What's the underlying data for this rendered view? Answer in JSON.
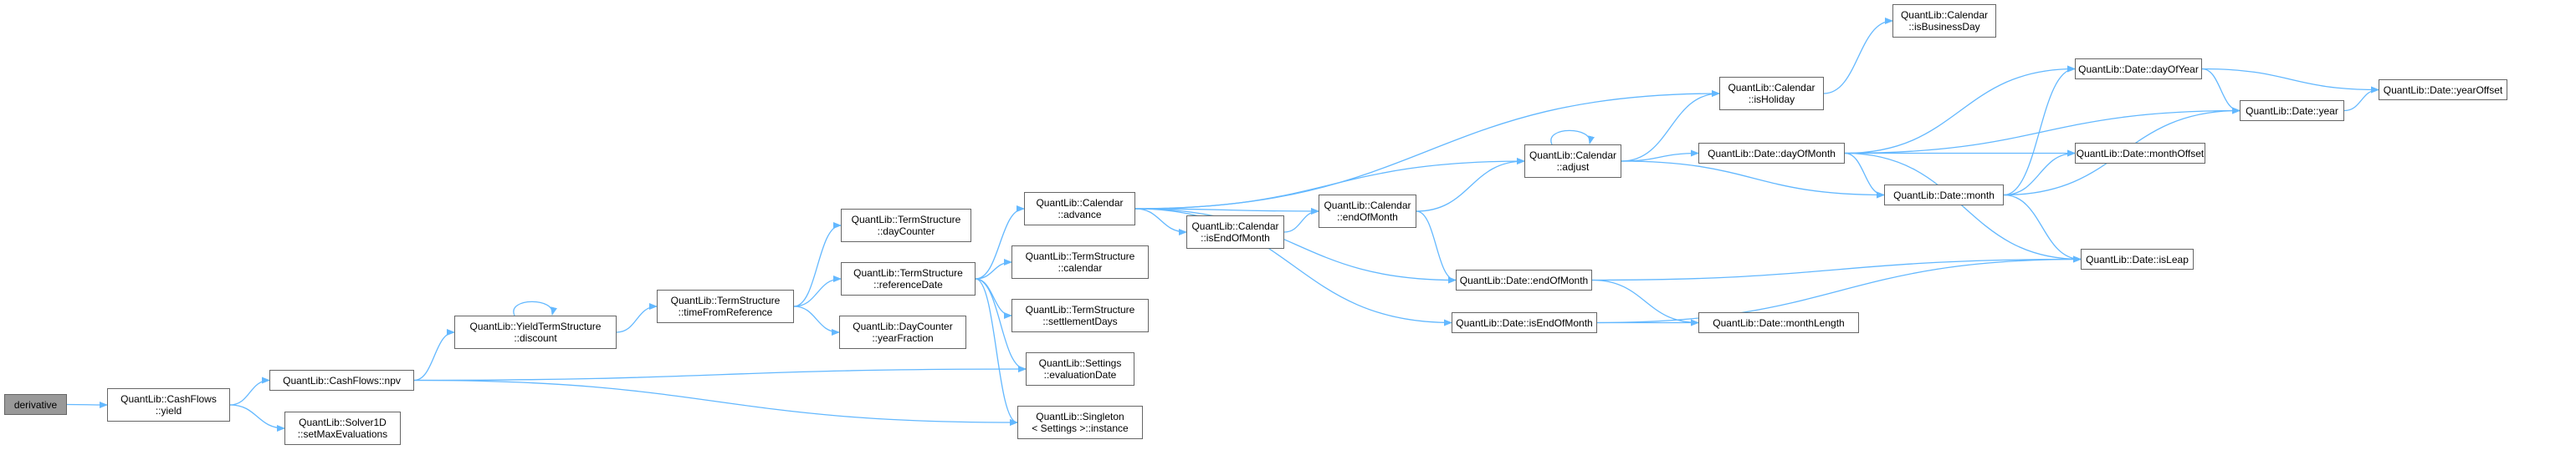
{
  "diagram": {
    "title": "Call graph for derivative",
    "edge_color": "#63b8ff",
    "nodes": [
      {
        "id": "derivative",
        "lines": [
          "derivative"
        ],
        "root": true
      },
      {
        "id": "cf_yield",
        "lines": [
          "QuantLib::CashFlows",
          "::yield"
        ]
      },
      {
        "id": "cf_npv",
        "lines": [
          "QuantLib::CashFlows::npv"
        ]
      },
      {
        "id": "solver_setmax",
        "lines": [
          "QuantLib::Solver1D",
          "::setMaxEvaluations"
        ]
      },
      {
        "id": "yts_discount",
        "lines": [
          "QuantLib::YieldTermStructure",
          "::discount"
        ]
      },
      {
        "id": "ts_timefromref",
        "lines": [
          "QuantLib::TermStructure",
          "::timeFromReference"
        ]
      },
      {
        "id": "ts_daycounter",
        "lines": [
          "QuantLib::TermStructure",
          "::dayCounter"
        ]
      },
      {
        "id": "ts_refdate",
        "lines": [
          "QuantLib::TermStructure",
          "::referenceDate"
        ]
      },
      {
        "id": "dc_yearfraction",
        "lines": [
          "QuantLib::DayCounter",
          "::yearFraction"
        ]
      },
      {
        "id": "cal_advance",
        "lines": [
          "QuantLib::Calendar",
          "::advance"
        ]
      },
      {
        "id": "ts_calendar",
        "lines": [
          "QuantLib::TermStructure",
          "::calendar"
        ]
      },
      {
        "id": "ts_settlementdays",
        "lines": [
          "QuantLib::TermStructure",
          "::settlementDays"
        ]
      },
      {
        "id": "settings_evaldate",
        "lines": [
          "QuantLib::Settings",
          "::evaluationDate"
        ]
      },
      {
        "id": "singleton_instance",
        "lines": [
          "QuantLib::Singleton",
          "< Settings >::instance"
        ]
      },
      {
        "id": "cal_isendofmonth",
        "lines": [
          "QuantLib::Calendar",
          "::isEndOfMonth"
        ]
      },
      {
        "id": "cal_endofmonth",
        "lines": [
          "QuantLib::Calendar",
          "::endOfMonth"
        ]
      },
      {
        "id": "cal_adjust",
        "lines": [
          "QuantLib::Calendar",
          "::adjust"
        ]
      },
      {
        "id": "date_endofmonth",
        "lines": [
          "QuantLib::Date::endOfMonth"
        ]
      },
      {
        "id": "date_isendofmonth",
        "lines": [
          "QuantLib::Date::isEndOfMonth"
        ]
      },
      {
        "id": "date_monthlength",
        "lines": [
          "QuantLib::Date::monthLength"
        ]
      },
      {
        "id": "cal_isbusinessday",
        "lines": [
          "QuantLib::Calendar",
          "::isBusinessDay"
        ]
      },
      {
        "id": "cal_isholiday",
        "lines": [
          "QuantLib::Calendar",
          "::isHoliday"
        ]
      },
      {
        "id": "date_dayofmonth",
        "lines": [
          "QuantLib::Date::dayOfMonth"
        ]
      },
      {
        "id": "date_month",
        "lines": [
          "QuantLib::Date::month"
        ]
      },
      {
        "id": "date_dayofyear",
        "lines": [
          "QuantLib::Date::dayOfYear"
        ]
      },
      {
        "id": "date_monthoffset",
        "lines": [
          "QuantLib::Date::monthOffset"
        ]
      },
      {
        "id": "date_year",
        "lines": [
          "QuantLib::Date::year"
        ]
      },
      {
        "id": "date_yearoffset",
        "lines": [
          "QuantLib::Date::yearOffset"
        ]
      },
      {
        "id": "date_isleap",
        "lines": [
          "QuantLib::Date::isLeap"
        ]
      }
    ],
    "edges": [
      [
        "derivative",
        "cf_yield"
      ],
      [
        "cf_yield",
        "cf_npv"
      ],
      [
        "cf_yield",
        "solver_setmax"
      ],
      [
        "cf_npv",
        "yts_discount"
      ],
      [
        "cf_npv",
        "settings_evaldate"
      ],
      [
        "cf_npv",
        "singleton_instance"
      ],
      [
        "yts_discount",
        "yts_discount"
      ],
      [
        "yts_discount",
        "ts_timefromref"
      ],
      [
        "ts_timefromref",
        "ts_daycounter"
      ],
      [
        "ts_timefromref",
        "ts_refdate"
      ],
      [
        "ts_timefromref",
        "dc_yearfraction"
      ],
      [
        "ts_refdate",
        "cal_advance"
      ],
      [
        "ts_refdate",
        "ts_calendar"
      ],
      [
        "ts_refdate",
        "ts_settlementdays"
      ],
      [
        "ts_refdate",
        "settings_evaldate"
      ],
      [
        "ts_refdate",
        "singleton_instance"
      ],
      [
        "cal_advance",
        "cal_adjust"
      ],
      [
        "cal_advance",
        "cal_endofmonth"
      ],
      [
        "cal_advance",
        "cal_isendofmonth"
      ],
      [
        "cal_advance",
        "cal_isholiday"
      ],
      [
        "cal_advance",
        "date_endofmonth"
      ],
      [
        "cal_advance",
        "date_isendofmonth"
      ],
      [
        "cal_isendofmonth",
        "cal_endofmonth"
      ],
      [
        "cal_endofmonth",
        "cal_adjust"
      ],
      [
        "cal_endofmonth",
        "date_endofmonth"
      ],
      [
        "cal_adjust",
        "cal_adjust"
      ],
      [
        "cal_adjust",
        "cal_isholiday"
      ],
      [
        "cal_adjust",
        "date_dayofmonth"
      ],
      [
        "cal_adjust",
        "date_month"
      ],
      [
        "cal_isholiday",
        "cal_isbusinessday"
      ],
      [
        "date_dayofmonth",
        "date_dayofyear"
      ],
      [
        "date_dayofmonth",
        "date_year"
      ],
      [
        "date_dayofmonth",
        "date_monthoffset"
      ],
      [
        "date_dayofmonth",
        "date_month"
      ],
      [
        "date_dayofmonth",
        "date_isleap"
      ],
      [
        "date_month",
        "date_dayofyear"
      ],
      [
        "date_month",
        "date_monthoffset"
      ],
      [
        "date_month",
        "date_year"
      ],
      [
        "date_month",
        "date_isleap"
      ],
      [
        "date_dayofyear",
        "date_year"
      ],
      [
        "date_dayofyear",
        "date_yearoffset"
      ],
      [
        "date_year",
        "date_yearoffset"
      ],
      [
        "date_endofmonth",
        "date_monthlength"
      ],
      [
        "date_endofmonth",
        "date_isleap"
      ],
      [
        "date_isendofmonth",
        "date_monthlength"
      ],
      [
        "date_isendofmonth",
        "date_isleap"
      ]
    ]
  }
}
